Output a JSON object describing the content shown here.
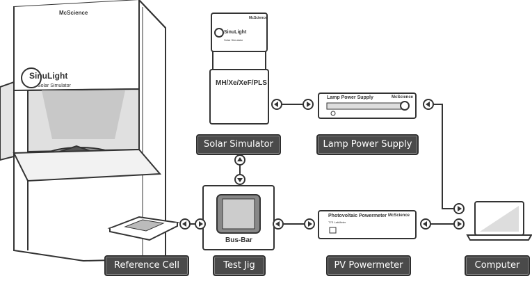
{
  "labels": {
    "solar_simulator": "Solar Simulator",
    "lamp_power_supply": "Lamp Power Supply",
    "reference_cell": "Reference Cell",
    "test_jig": "Test Jig",
    "pv_powermeter": "PV Powermeter",
    "computer": "Computer"
  },
  "devices": {
    "big_sim": {
      "brand": "McScience",
      "logo": "SinuLight",
      "sub": "Solar Simulator"
    },
    "small_sim": {
      "brand": "McScience",
      "logo": "SinuLight",
      "sub": "Solar Simulator",
      "lamp_types": "MH/Xe/XeF/PLS"
    },
    "lps": {
      "title": "Lamp Power Supply",
      "brand": "McScience"
    },
    "pvm": {
      "title": "Photovoltaic Powermeter",
      "model": "T7S LabMeter",
      "brand": "McScience"
    },
    "jig": {
      "label": "Bus-Bar"
    }
  },
  "colors": {
    "label_bg": "#4a4a4a",
    "line": "#333333",
    "device_fill": "#ffffff",
    "glass": "#cfcfcf"
  }
}
